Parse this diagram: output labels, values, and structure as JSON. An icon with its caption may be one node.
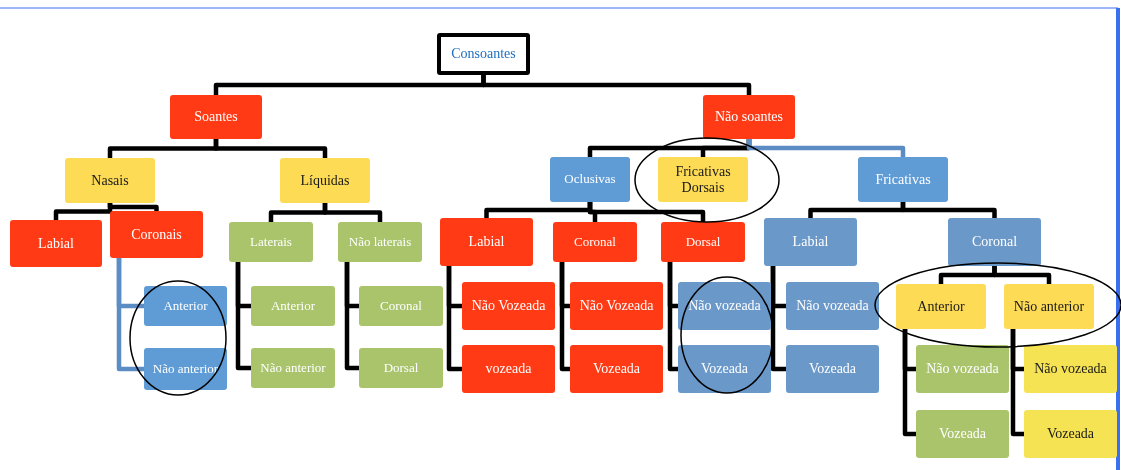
{
  "diagram": {
    "nodes": [
      {
        "text": [
          "Consoantes"
        ]
      },
      {
        "text": [
          "Soantes"
        ]
      },
      {
        "text": [
          "Não soantes"
        ]
      },
      {
        "text": [
          "Nasais"
        ]
      },
      {
        "text": [
          "Líquidas"
        ]
      },
      {
        "text": [
          "Labial"
        ]
      },
      {
        "text": [
          "Coronais"
        ]
      },
      {
        "text": [
          "Anterior"
        ]
      },
      {
        "text": [
          "Não anterior"
        ]
      },
      {
        "text": [
          "Laterais"
        ]
      },
      {
        "text": [
          "Não laterais"
        ]
      },
      {
        "text": [
          "Anterior"
        ]
      },
      {
        "text": [
          "Não anterior"
        ]
      },
      {
        "text": [
          "Coronal"
        ]
      },
      {
        "text": [
          "Dorsal"
        ]
      },
      {
        "text": [
          "Oclusivas"
        ]
      },
      {
        "text": [
          "Fricativas Dorsais"
        ]
      },
      {
        "text": [
          "Fricativas"
        ]
      },
      {
        "text": [
          "Labial"
        ]
      },
      {
        "text": [
          "Coronal"
        ]
      },
      {
        "text": [
          "Dorsal"
        ]
      },
      {
        "text": [
          "Não Vozeada"
        ]
      },
      {
        "text": [
          "vozeada"
        ]
      },
      {
        "text": [
          "Não Vozeada"
        ]
      },
      {
        "text": [
          "Vozeada"
        ]
      },
      {
        "text": [
          "Não vozeada"
        ]
      },
      {
        "text": [
          "Vozeada"
        ]
      },
      {
        "text": [
          "Labial"
        ]
      },
      {
        "text": [
          "Não vozeada"
        ]
      },
      {
        "text": [
          "Vozeada"
        ]
      },
      {
        "text": [
          "Coronal"
        ]
      },
      {
        "text": [
          "Anterior"
        ]
      },
      {
        "text": [
          "Não anterior"
        ]
      },
      {
        "text": [
          "Não vozeada"
        ]
      },
      {
        "text": [
          "Vozeada"
        ]
      },
      {
        "text": [
          "Não vozeada"
        ]
      },
      {
        "text": [
          "Vozeada"
        ]
      }
    ],
    "edges": [
      {
        "from": 0,
        "to": 1,
        "arrow": "none"
      },
      {
        "from": 0,
        "to": 2,
        "arrow": "none"
      },
      {
        "from": 1,
        "to": 3,
        "arrow": "none"
      },
      {
        "from": 1,
        "to": 4,
        "arrow": "none"
      },
      {
        "from": 3,
        "to": 5,
        "arrow": "none"
      },
      {
        "from": 3,
        "to": 6,
        "arrow": "none"
      },
      {
        "from": 6,
        "to": 7,
        "arrow": "none",
        "color": "#5b8cc4"
      },
      {
        "from": 6,
        "to": 8,
        "arrow": "none",
        "color": "#5b8cc4"
      },
      {
        "from": 4,
        "to": 9,
        "arrow": "none"
      },
      {
        "from": 4,
        "to": 10,
        "arrow": "none"
      },
      {
        "from": 9,
        "to": 11,
        "arrow": "none"
      },
      {
        "from": 9,
        "to": 12,
        "arrow": "none"
      },
      {
        "from": 10,
        "to": 13,
        "arrow": "none"
      },
      {
        "from": 10,
        "to": 14,
        "arrow": "none"
      },
      {
        "from": 2,
        "to": 15,
        "arrow": "none"
      },
      {
        "from": 2,
        "to": 16,
        "arrow": "none"
      },
      {
        "from": 2,
        "to": 17,
        "arrow": "none",
        "color": "#5b8cc4"
      },
      {
        "from": 15,
        "to": 18,
        "arrow": "none"
      },
      {
        "from": 15,
        "to": 19,
        "arrow": "none"
      },
      {
        "from": 15,
        "to": 20,
        "arrow": "none"
      },
      {
        "from": 18,
        "to": 21,
        "arrow": "none"
      },
      {
        "from": 18,
        "to": 22,
        "arrow": "none"
      },
      {
        "from": 19,
        "to": 23,
        "arrow": "none"
      },
      {
        "from": 19,
        "to": 24,
        "arrow": "none"
      },
      {
        "from": 20,
        "to": 25,
        "arrow": "none"
      },
      {
        "from": 20,
        "to": 26,
        "arrow": "none"
      },
      {
        "from": 17,
        "to": 27,
        "arrow": "none"
      },
      {
        "from": 17,
        "to": 30,
        "arrow": "none"
      },
      {
        "from": 27,
        "to": 28,
        "arrow": "none"
      },
      {
        "from": 27,
        "to": 29,
        "arrow": "none"
      },
      {
        "from": 30,
        "to": 31,
        "arrow": "none"
      },
      {
        "from": 30,
        "to": 32,
        "arrow": "none"
      },
      {
        "from": 31,
        "to": 33,
        "arrow": "none"
      },
      {
        "from": 31,
        "to": 34,
        "arrow": "none"
      },
      {
        "from": 32,
        "to": 35,
        "arrow": "none"
      },
      {
        "from": 32,
        "to": 36,
        "arrow": "none"
      }
    ]
  }
}
